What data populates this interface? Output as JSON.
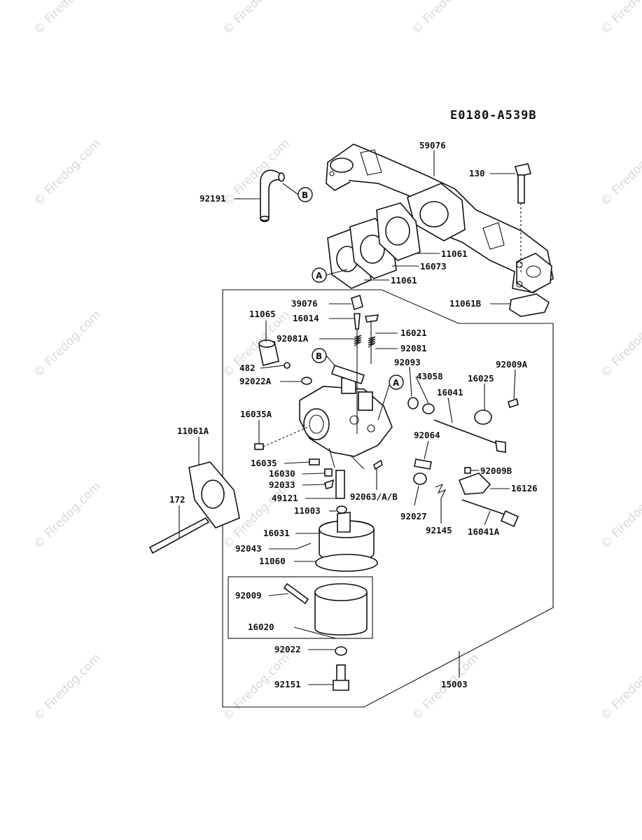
{
  "diagram_code": "E0180-A539B",
  "watermark_text": "© Firedog.com",
  "callouts": [
    "A",
    "B"
  ],
  "part_labels": {
    "p59076": "59076",
    "p130": "130",
    "p92191": "92191",
    "p11061_a": "11061",
    "p16073": "16073",
    "p11061_b": "11061",
    "p11061B": "11061B",
    "p39076": "39076",
    "p11065": "11065",
    "p16014": "16014",
    "p16021": "16021",
    "p92081A": "92081A",
    "p92081": "92081",
    "p482": "482",
    "p92093": "92093",
    "p92009A": "92009A",
    "p92022A": "92022A",
    "p43058": "43058",
    "p16025": "16025",
    "p16041": "16041",
    "p16035A": "16035A",
    "p11061A": "11061A",
    "p92064": "92064",
    "p16035": "16035",
    "p16030": "16030",
    "p92009B": "92009B",
    "p92033": "92033",
    "p16126": "16126",
    "p49121": "49121",
    "p92063": "92063/A/B",
    "p172": "172",
    "p11003": "11003",
    "p92027": "92027",
    "p92145": "92145",
    "p16031": "16031",
    "p16041A": "16041A",
    "p92043": "92043",
    "p11060": "11060",
    "p92009": "92009",
    "p16020": "16020",
    "p92022": "92022",
    "p92151": "92151",
    "p15003": "15003"
  }
}
